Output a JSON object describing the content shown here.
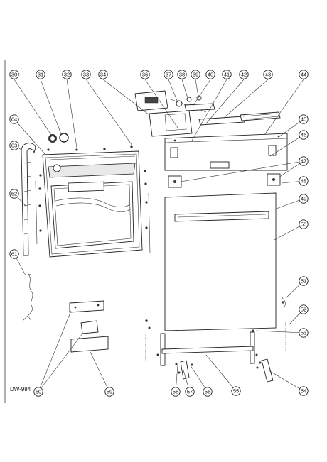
{
  "diagram": {
    "model_code": "DW-984",
    "callouts": [
      {
        "id": "c30",
        "label": "30"
      },
      {
        "id": "c31",
        "label": "31"
      },
      {
        "id": "c32",
        "label": "32"
      },
      {
        "id": "c33",
        "label": "33"
      },
      {
        "id": "c34",
        "label": "34"
      },
      {
        "id": "c36",
        "label": "36"
      },
      {
        "id": "c37",
        "label": "37"
      },
      {
        "id": "c38",
        "label": "38"
      },
      {
        "id": "c39",
        "label": "39"
      },
      {
        "id": "c40",
        "label": "40"
      },
      {
        "id": "c41",
        "label": "41"
      },
      {
        "id": "c42",
        "label": "42"
      },
      {
        "id": "c43",
        "label": "43"
      },
      {
        "id": "c44",
        "label": "44"
      },
      {
        "id": "c45",
        "label": "45"
      },
      {
        "id": "c46",
        "label": "46"
      },
      {
        "id": "c47",
        "label": "47"
      },
      {
        "id": "c48",
        "label": "48"
      },
      {
        "id": "c49",
        "label": "49"
      },
      {
        "id": "c50",
        "label": "50"
      },
      {
        "id": "c51",
        "label": "51"
      },
      {
        "id": "c52",
        "label": "52"
      },
      {
        "id": "c53",
        "label": "53"
      },
      {
        "id": "c54",
        "label": "54"
      },
      {
        "id": "c55",
        "label": "55"
      },
      {
        "id": "c56",
        "label": "56"
      },
      {
        "id": "c57",
        "label": "57"
      },
      {
        "id": "c58",
        "label": "58"
      },
      {
        "id": "c59",
        "label": "59"
      },
      {
        "id": "c60",
        "label": "60"
      },
      {
        "id": "c61",
        "label": "61"
      },
      {
        "id": "c62",
        "label": "62"
      },
      {
        "id": "c63",
        "label": "63"
      },
      {
        "id": "c64",
        "label": "64"
      }
    ]
  }
}
